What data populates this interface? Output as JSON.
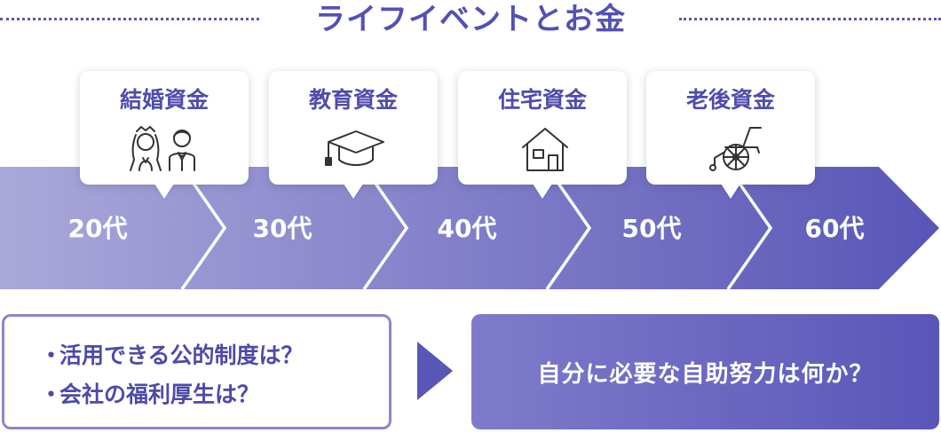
{
  "title": "ライフイベントとお金",
  "stages": [
    {
      "age": "20代",
      "event": "結婚資金",
      "icon": "wedding-couple-icon"
    },
    {
      "age": "30代",
      "event": "教育資金",
      "icon": "graduation-cap-icon"
    },
    {
      "age": "40代",
      "event": "住宅資金",
      "icon": "house-icon"
    },
    {
      "age": "50代",
      "event": "老後資金",
      "icon": "wheelchair-icon"
    },
    {
      "age": "60代"
    }
  ],
  "questions": {
    "bullet": "・",
    "items": [
      "活用できる公的制度は？",
      "会社の福利厚生は？"
    ]
  },
  "conclusion": "自分に必要な自助努力は何か？",
  "colors": {
    "accent": "#5350b5",
    "band_start": "#a9a7d9",
    "band_end": "#5b57b8",
    "box_border": "#8a87c9"
  }
}
